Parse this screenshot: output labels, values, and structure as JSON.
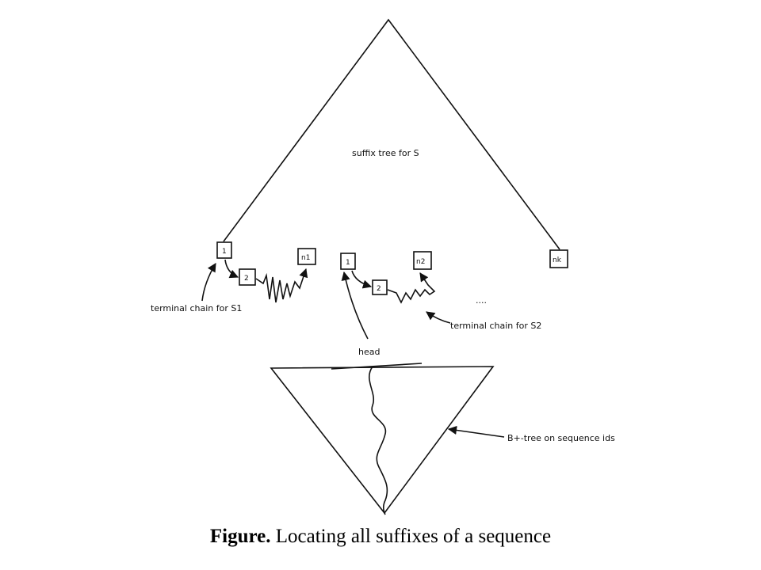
{
  "caption": {
    "label": "Figure.",
    "text": "Locating all suffixes of a sequence"
  },
  "diagram": {
    "suffix_tree_label": "suffix tree for S",
    "boxes": {
      "chain1_first": "1",
      "chain1_second": "2",
      "chain1_last": "n1",
      "chain2_first": "1",
      "chain2_second": "2",
      "chain2_last": "n2",
      "last_chain": "nk"
    },
    "ellipsis": "....",
    "terminal_chain_s1": "terminal chain for S1",
    "terminal_chain_s2": "terminal chain for S2",
    "head_label": "head",
    "bplus_tree_label": "B+-tree on sequence ids"
  }
}
